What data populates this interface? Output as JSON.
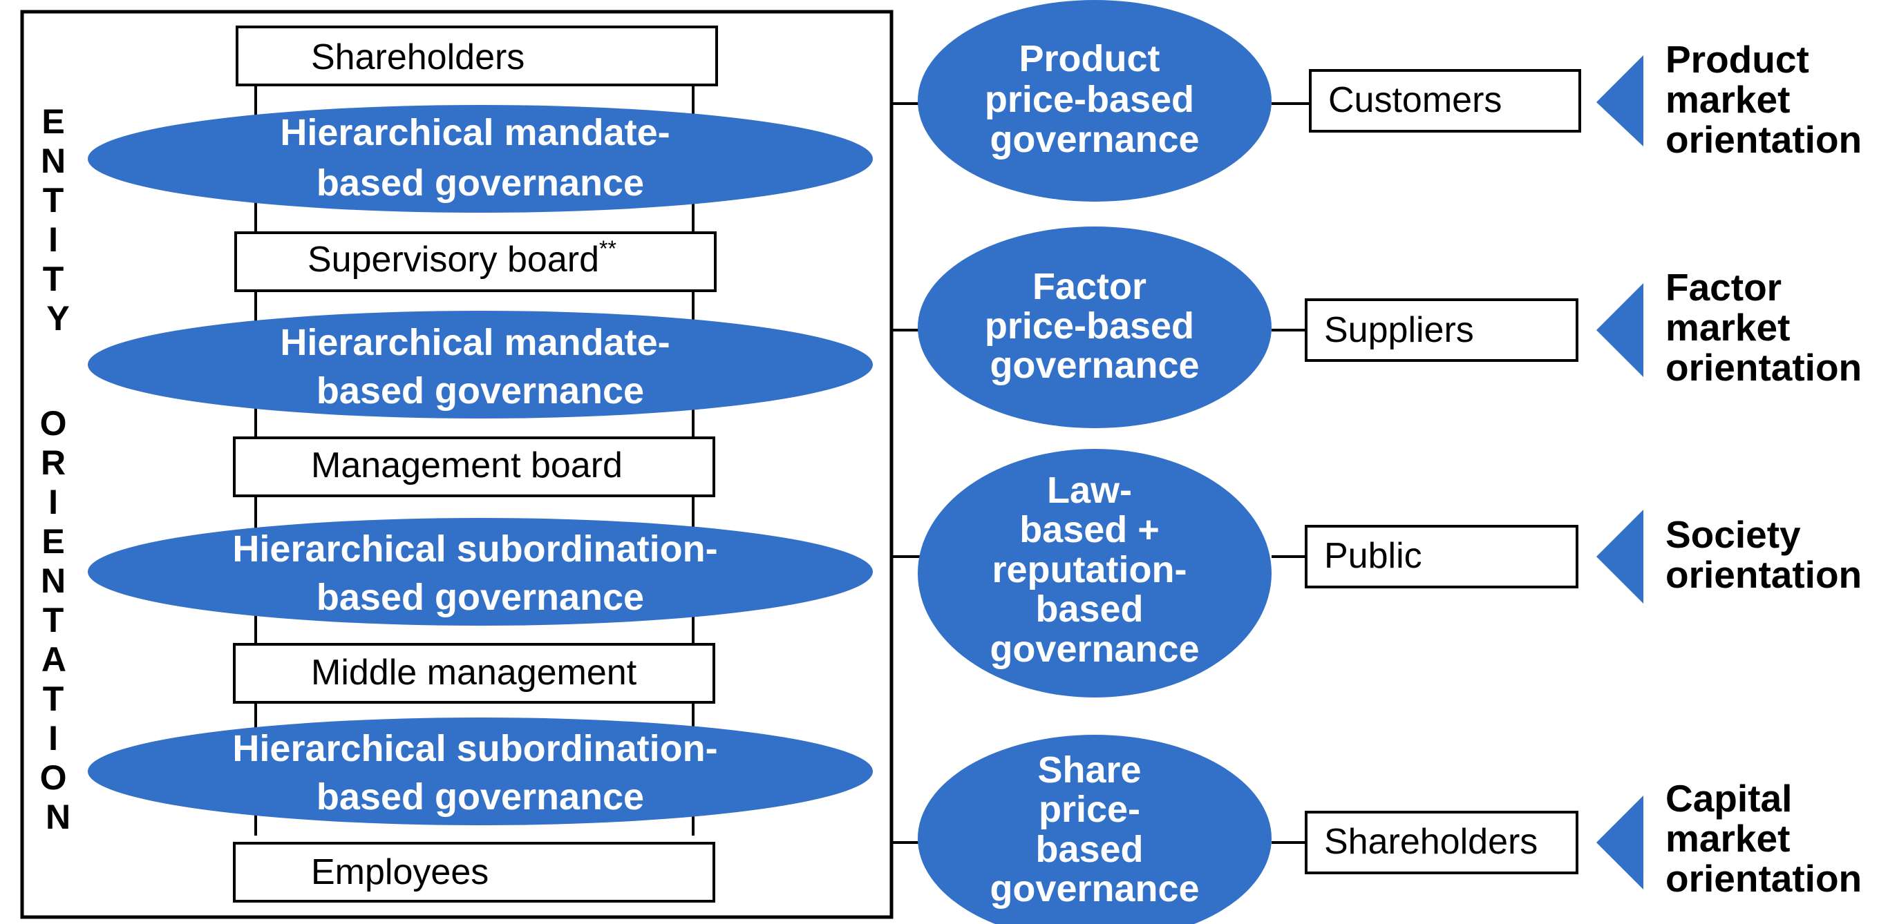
{
  "left_panel": {
    "vertical_label_line1": "ENTITY",
    "vertical_label_line2": "ORIENTATION",
    "levels": [
      {
        "label": "Shareholders",
        "footnote": ""
      },
      {
        "label": "Supervisory board",
        "footnote": "**"
      },
      {
        "label": "Management board",
        "footnote": ""
      },
      {
        "label": "Middle management",
        "footnote": ""
      },
      {
        "label": "Employees",
        "footnote": ""
      }
    ],
    "governance": [
      {
        "line1": "Hierarchical mandate-",
        "line2": "based governance"
      },
      {
        "line1": "Hierarchical mandate-",
        "line2": "based governance"
      },
      {
        "line1": "Hierarchical subordination-",
        "line2": "based governance"
      },
      {
        "line1": "Hierarchical subordination-",
        "line2": "based governance"
      }
    ]
  },
  "right_panel": [
    {
      "mechanism": [
        "Product",
        "price-based",
        "governance"
      ],
      "stakeholder": "Customers",
      "orientation": [
        "Product",
        "market",
        "orientation"
      ]
    },
    {
      "mechanism": [
        "Factor",
        "price-based",
        "governance"
      ],
      "stakeholder": "Suppliers",
      "orientation": [
        "Factor",
        "market",
        "orientation"
      ]
    },
    {
      "mechanism": [
        "Law-",
        "based +",
        "reputation-",
        "based",
        "governance"
      ],
      "stakeholder": "Public",
      "orientation": [
        "Society",
        "orientation"
      ]
    },
    {
      "mechanism": [
        "Share",
        "price-",
        "based",
        "governance"
      ],
      "stakeholder": "Shareholders",
      "orientation": [
        "Capital",
        "market",
        "orientation"
      ]
    }
  ],
  "colors": {
    "accent": "#3370c8",
    "line": "#000000"
  }
}
